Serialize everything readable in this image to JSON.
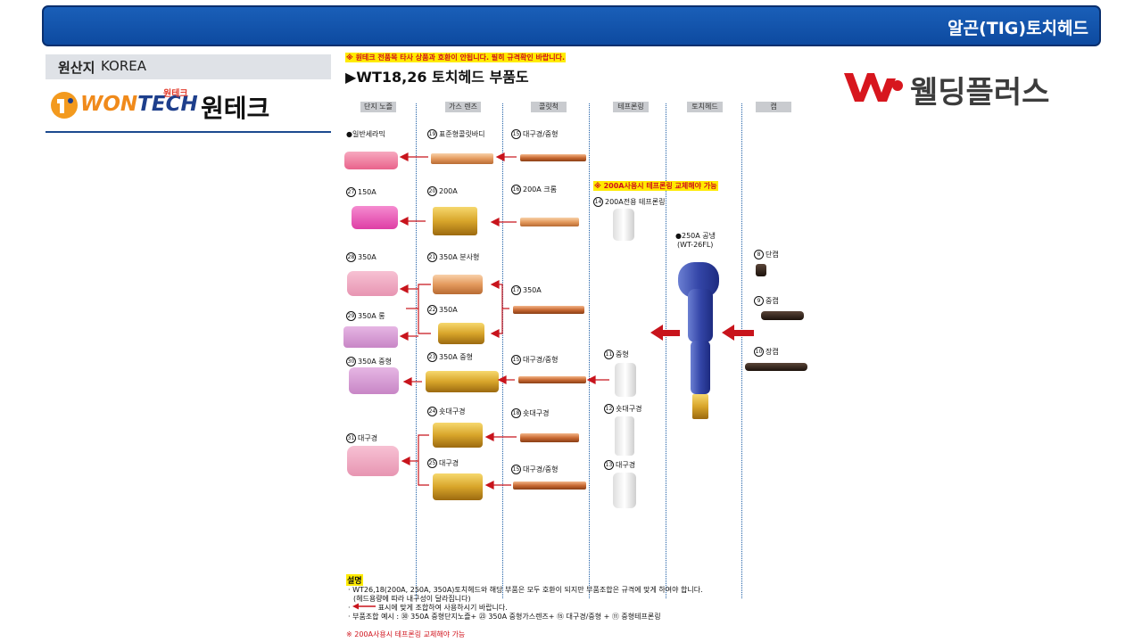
{
  "header": {
    "title": "알곤(TIG)토치헤드"
  },
  "origin": {
    "label": "원산지",
    "value": "KOREA"
  },
  "brand": {
    "en_orange": "WON",
    "en_blue": "TECH",
    "small_ko": "원테크",
    "ko": "원테크"
  },
  "dealer_logo": {
    "text": "웰딩플러스",
    "accent_color": "#d7161e"
  },
  "diagram": {
    "top_note": "※ 원테크 전품목 타사 상품과 호환이 안됩니다. 필히 규격확인 바랍니다.",
    "title": "▶WT18,26 토치헤드 부품도",
    "columns": [
      "단지 노즐",
      "가스 렌즈",
      "콜릿척",
      "테프론링",
      "토치헤드",
      "캡"
    ],
    "notice_200a": "※ 200A사용시 테프론링 교체해야 가능",
    "torch_label_line1": "●250A 공냉",
    "torch_label_line2": "(WT-26FL)",
    "parts": {
      "general_ceramic": "●일반세라믹",
      "p19": {
        "no": "19",
        "name": "표준형콜릿바디"
      },
      "p15a": {
        "no": "15",
        "name": "대구경/중형"
      },
      "p27": {
        "no": "27",
        "name": "150A"
      },
      "p20": {
        "no": "20",
        "name": "200A"
      },
      "p16": {
        "no": "16",
        "name": "200A 크롬"
      },
      "p14": {
        "no": "14",
        "name": "200A전용 테프론링"
      },
      "p28": {
        "no": "28",
        "name": "350A"
      },
      "p21": {
        "no": "21",
        "name": "350A 분사형"
      },
      "p17": {
        "no": "17",
        "name": "350A"
      },
      "p22": {
        "no": "22",
        "name": "350A"
      },
      "p29": {
        "no": "29",
        "name": "350A 롱"
      },
      "p23": {
        "no": "23",
        "name": "350A 중형"
      },
      "p15b": {
        "no": "15",
        "name": "대구경/중형"
      },
      "p11": {
        "no": "11",
        "name": "중형"
      },
      "p30": {
        "no": "30",
        "name": "350A 중형"
      },
      "p24": {
        "no": "24",
        "name": "숏대구경"
      },
      "p18": {
        "no": "18",
        "name": "숏대구경"
      },
      "p12": {
        "no": "12",
        "name": "숏대구경"
      },
      "p31": {
        "no": "31",
        "name": "대구경"
      },
      "p25": {
        "no": "25",
        "name": "대구경"
      },
      "p15c": {
        "no": "15",
        "name": "대구경/중형"
      },
      "p13": {
        "no": "13",
        "name": "대구경"
      },
      "p8": {
        "no": "8",
        "name": "단캡"
      },
      "p9": {
        "no": "9",
        "name": "중캡"
      },
      "p10": {
        "no": "10",
        "name": "장캡"
      }
    }
  },
  "explanation": {
    "title": "설명",
    "line1": "· WT26,18(200A, 250A, 350A)토치헤드와 해당 부품은 모두 호환이 되지만 부품조합은 규격에 맞게 하여야 합니다.",
    "line2": "(헤드용량에 따라 내구성이 달라집니다)",
    "line3": "표시에 맞게 조합하여 사용하시기 바랍니다.",
    "line4": "· 부품조합 예시 : ㉚ 350A 중형단지노즐+   ㉓ 350A 중형가스렌즈+   ⑮ 대구경/중형 +   ⑪ 중형테프론링",
    "note": "※ 200A사용시 테프론링 교체해야 가능"
  }
}
